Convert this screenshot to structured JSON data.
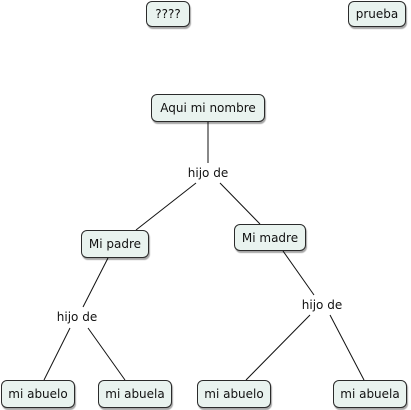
{
  "nodes": {
    "unknown": "????",
    "prueba": "prueba",
    "me": "Aqui mi nombre",
    "father": "Mi padre",
    "mother": "Mi madre",
    "paternal_grandfather": "mi abuelo",
    "paternal_grandmother": "mi abuela",
    "maternal_grandfather": "mi abuelo",
    "maternal_grandmother": "mi abuela"
  },
  "links": {
    "me_parents": "hijo de",
    "father_parents": "hijo de",
    "mother_parents": "hijo de"
  },
  "colors": {
    "node_fill": "#e9f3ef",
    "node_border": "#2b2b2b",
    "line": "#111111"
  }
}
